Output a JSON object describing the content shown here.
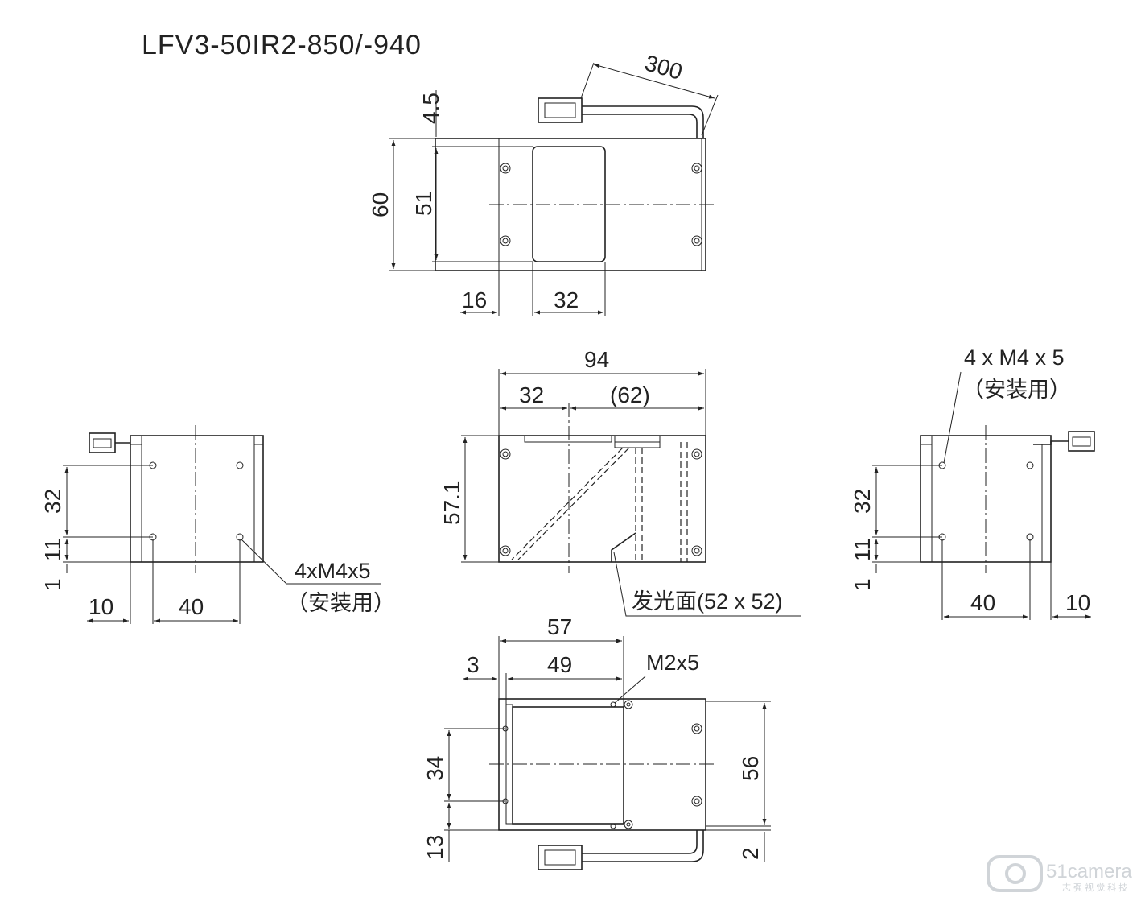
{
  "title": "LFV3-50IR2-850/-940",
  "dimensions": {
    "cable_length": "300",
    "top_offset": "4.5",
    "top_height_outer": "60",
    "top_height_inner": "51",
    "top_x_offset": "16",
    "top_window_width": "32",
    "front_total_width": "94",
    "front_left_width": "32",
    "front_right_width": "(62)",
    "front_height": "57.1",
    "left_hole_pitch_v": "32",
    "left_hole_offset_v": "11",
    "left_base": "1",
    "left_x_offset": "10",
    "left_hole_pitch_h": "40",
    "right_hole_pitch_v": "32",
    "right_hole_offset_v": "11",
    "right_base": "1",
    "right_hole_pitch_h": "40",
    "right_x_offset": "10",
    "bottom_total_width": "57",
    "bottom_offset": "3",
    "bottom_inner_width": "49",
    "bottom_hole_pitch_v": "34",
    "bottom_hole_offset_v": "13",
    "bottom_height": "56",
    "bottom_offset_small": "2"
  },
  "notes": {
    "left_thread": "4xM4x5",
    "left_thread_use": "（安装用）",
    "right_thread": "4 x M4 x 5",
    "right_thread_use": "（安装用）",
    "emitting_surface": "发光面(52 x 52)",
    "bottom_thread": "M2x5"
  },
  "watermark": {
    "brand": "51camera",
    "subtitle": "志 强 视 觉 科 技"
  }
}
